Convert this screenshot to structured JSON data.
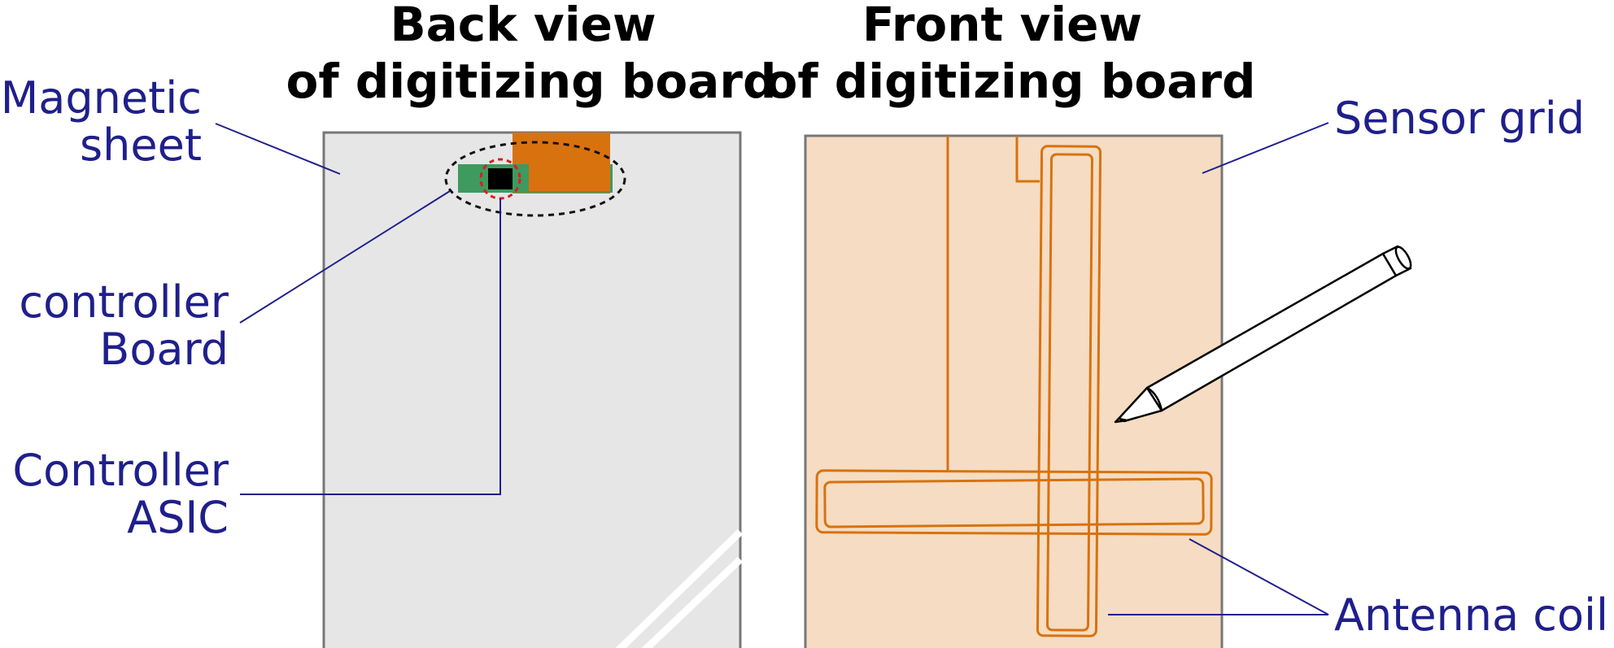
{
  "titles": {
    "back": [
      "Back view",
      "of digitizing board"
    ],
    "front": [
      "Front view",
      "of digitizing board"
    ]
  },
  "labels": {
    "magnetic_sheet": [
      "Magnetic",
      "sheet"
    ],
    "controller_board": [
      "controller",
      "Board"
    ],
    "controller_asic": [
      "Controller",
      "ASIC"
    ],
    "sensor_grid": [
      "Sensor grid"
    ],
    "antenna_coil": [
      "Antenna coil"
    ]
  },
  "colors": {
    "label_text": "#1f1f8c",
    "leader_line": "#1f1f8c",
    "back_board_fill": "#e6e6e6",
    "front_board_fill": "#f5dcc2",
    "board_outline": "#777777",
    "flex_cable": "#d8720f",
    "controller_board_pcb": "#3e9a5e",
    "asic_chip": "#000000",
    "asic_highlight": "#d81e1e",
    "coil": "#d8720f",
    "pen_outline": "#000000"
  },
  "icons": {
    "pen": "stylus-pen-icon"
  }
}
